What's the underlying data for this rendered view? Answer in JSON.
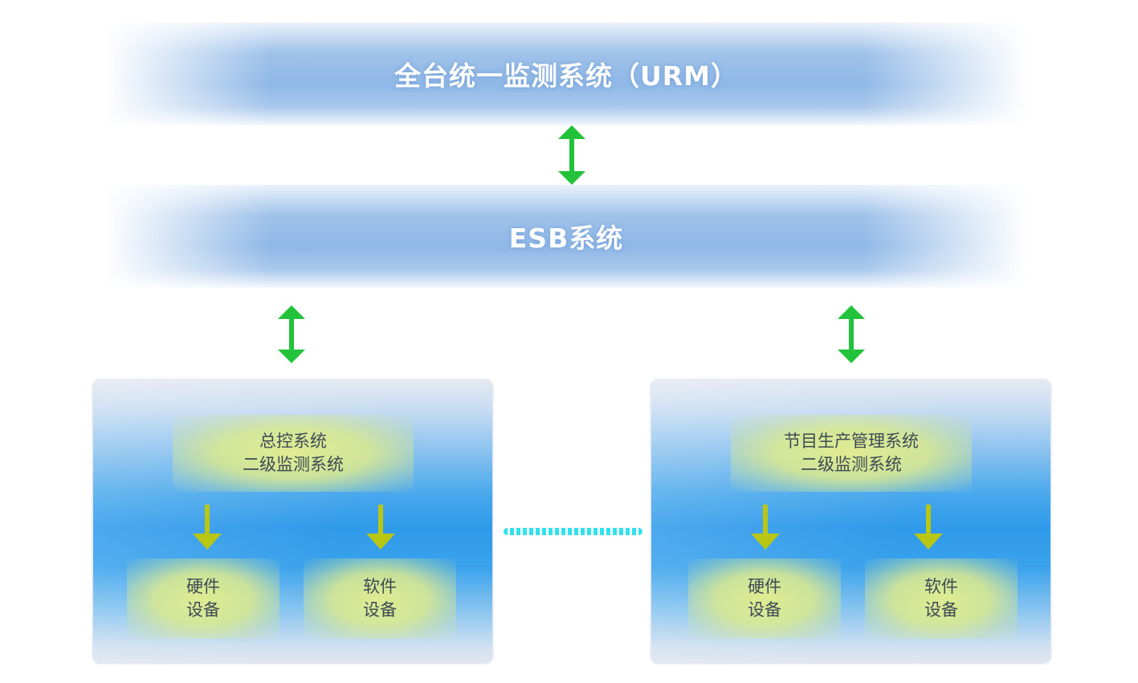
{
  "diagram": {
    "top_system": {
      "label": "全台统一监测系统（URM）"
    },
    "bus_system": {
      "label": "ESB系统"
    },
    "subsystems": [
      {
        "title_line1": "总控系统",
        "title_line2": "二级监测系统",
        "devices": [
          {
            "line1": "硬件",
            "line2": "设备"
          },
          {
            "line1": "软件",
            "line2": "设备"
          }
        ]
      },
      {
        "title_line1": "节目生产管理系统",
        "title_line2": "二级监测系统",
        "devices": [
          {
            "line1": "硬件",
            "line2": "设备"
          },
          {
            "line1": "软件",
            "line2": "设备"
          }
        ]
      }
    ]
  },
  "colors": {
    "bidirectional_arrow": "#22c33a",
    "down_arrow": "#b9c714",
    "dotted_connector": "#2ee3ee",
    "band_title_text": "#ffffff",
    "panel_text": "#3f4a55"
  },
  "icons": {
    "bidirectional_arrow": "double-arrow-vertical",
    "down_arrow": "arrow-down"
  }
}
